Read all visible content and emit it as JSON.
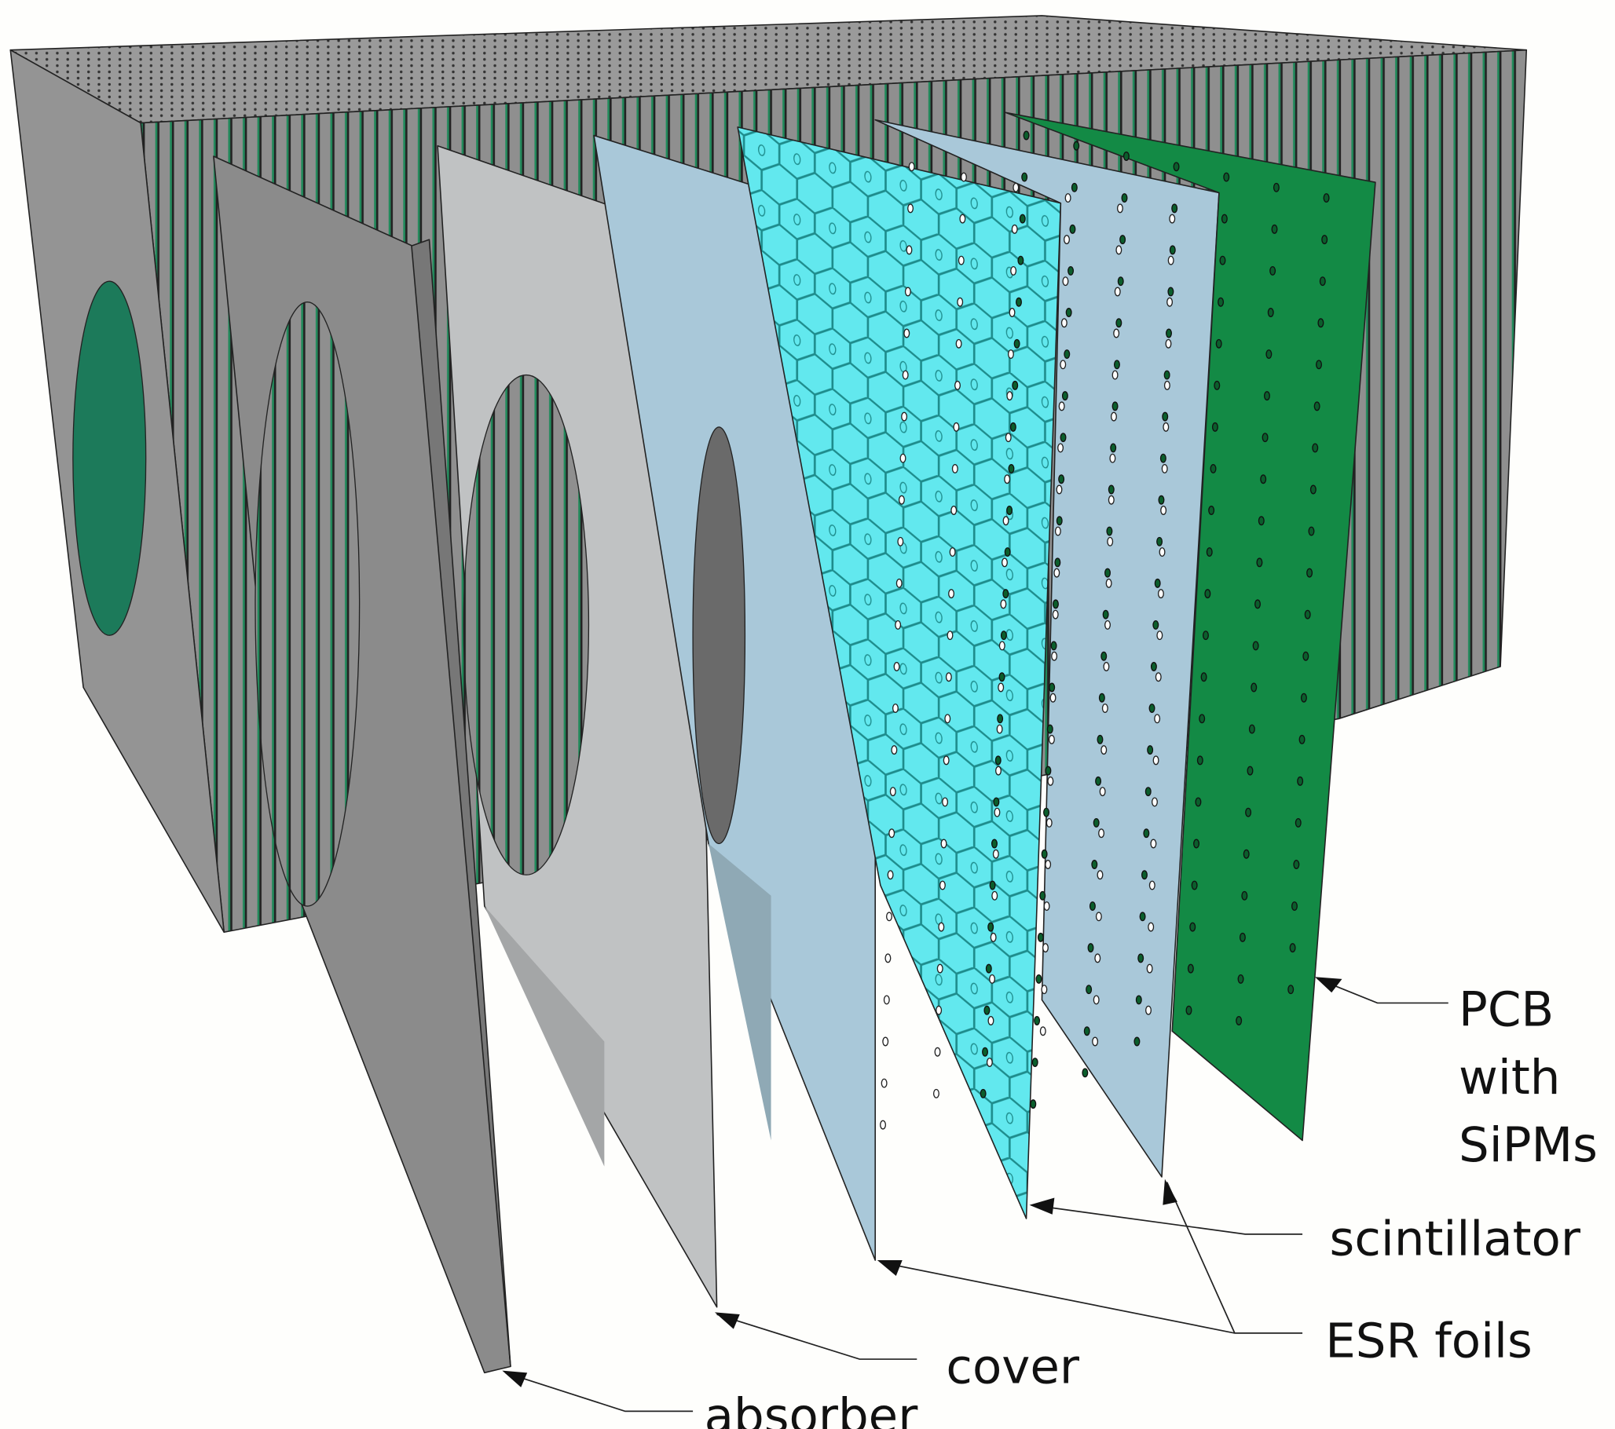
{
  "labels": {
    "pcb_line1": "PCB",
    "pcb_line2": "with",
    "pcb_line3": "SiPMs",
    "scintillator": "scintillator",
    "esr_foils": "ESR foils",
    "cover": "cover",
    "absorber": "absorber"
  },
  "colors": {
    "absorber": "#8c8c8c",
    "cover": "#c0c2c3",
    "esr_foil": "#a9c8d9",
    "scintillator": "#5ee6ec",
    "pcb": "#138a45",
    "background": "#fefefc"
  }
}
